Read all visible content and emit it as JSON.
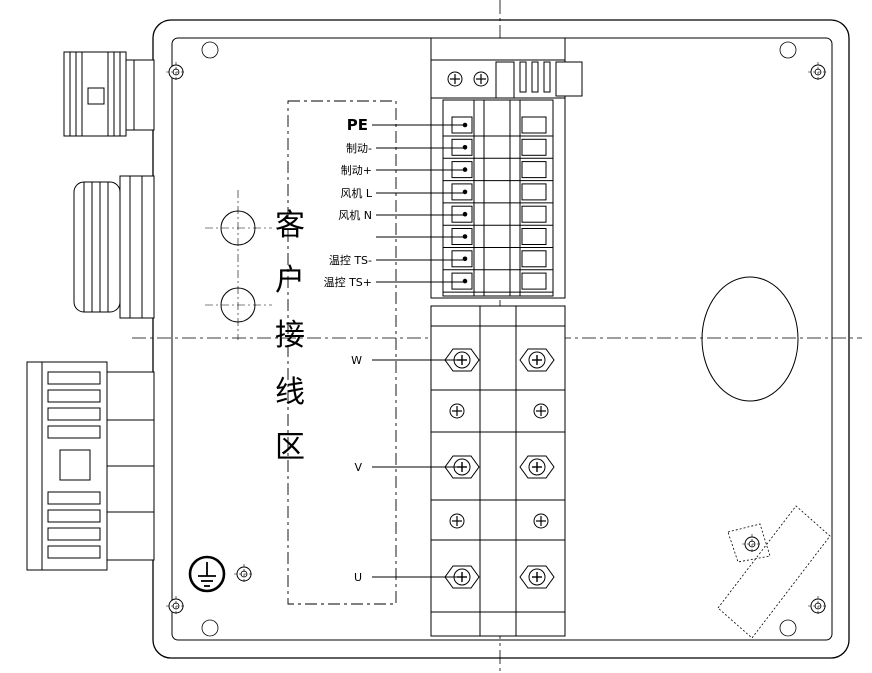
{
  "terminal_labels": [
    "PE",
    "制动-",
    "制动+",
    "风机 L",
    "风机 N",
    "温控 TS-",
    "温控 TS+"
  ],
  "power_labels": [
    "W",
    "V",
    "U"
  ],
  "zone_label": [
    "客",
    "户",
    "接",
    "线",
    "区"
  ],
  "icons": [
    "ground-icon",
    "screw-icon",
    "cable-gland-icon",
    "connector-icon"
  ]
}
